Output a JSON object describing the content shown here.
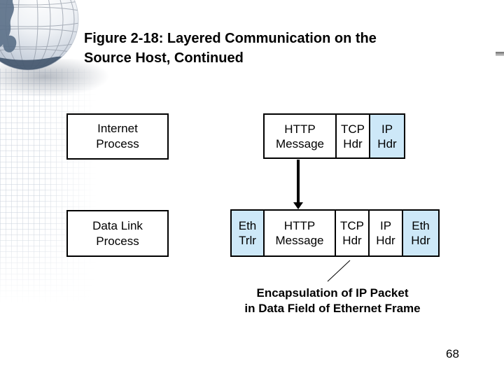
{
  "slide": {
    "title": "Figure 2-18: Layered Communication on the\nSource Host, Continued",
    "page_number": "68",
    "colors": {
      "highlight_fill": "#cde8f8",
      "border": "#000000"
    }
  },
  "diagram": {
    "process_boxes": [
      {
        "id": "internet-process",
        "label": "Internet\nProcess"
      },
      {
        "id": "data-link-process",
        "label": "Data Link\nProcess"
      }
    ],
    "packet_rows": [
      {
        "id": "internet-layer-packet",
        "cells": [
          {
            "label": "HTTP\nMessage",
            "highlight": false
          },
          {
            "label": "TCP\nHdr",
            "highlight": false
          },
          {
            "label": "IP\nHdr",
            "highlight": true
          }
        ]
      },
      {
        "id": "data-link-layer-packet",
        "cells": [
          {
            "label": "Eth\nTrlr",
            "highlight": true
          },
          {
            "label": "HTTP\nMessage",
            "highlight": false
          },
          {
            "label": "TCP\nHdr",
            "highlight": false
          },
          {
            "label": "IP\nHdr",
            "highlight": false
          },
          {
            "label": "Eth\nHdr",
            "highlight": true
          }
        ]
      }
    ],
    "caption": "Encapsulation of IP Packet\nin Data Field of Ethernet Frame"
  }
}
